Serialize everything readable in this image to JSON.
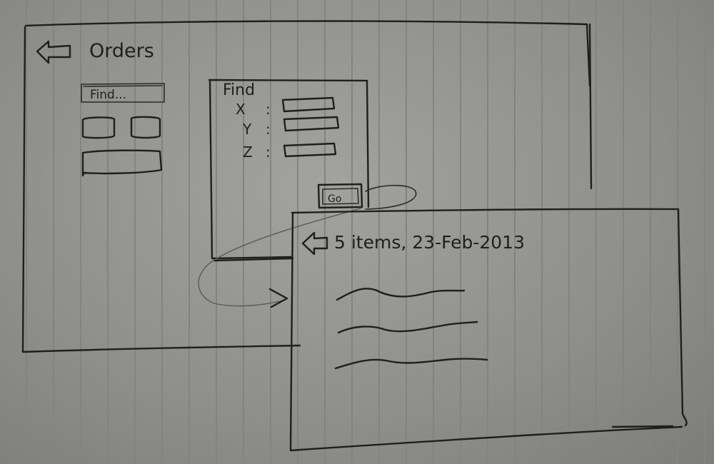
{
  "orders_screen": {
    "back_icon": "left-arrow-icon",
    "title": "Orders",
    "find_button_label": "Find..."
  },
  "find_dialog": {
    "title": "Find",
    "fields": [
      {
        "label": "X",
        "separator": ":"
      },
      {
        "label": "Y",
        "separator": ":"
      },
      {
        "label": "Z",
        "separator": ":"
      }
    ],
    "go_button_label": "Go"
  },
  "results_screen": {
    "back_icon": "left-arrow-icon",
    "title": "5 items, 23-Feb-2013"
  }
}
